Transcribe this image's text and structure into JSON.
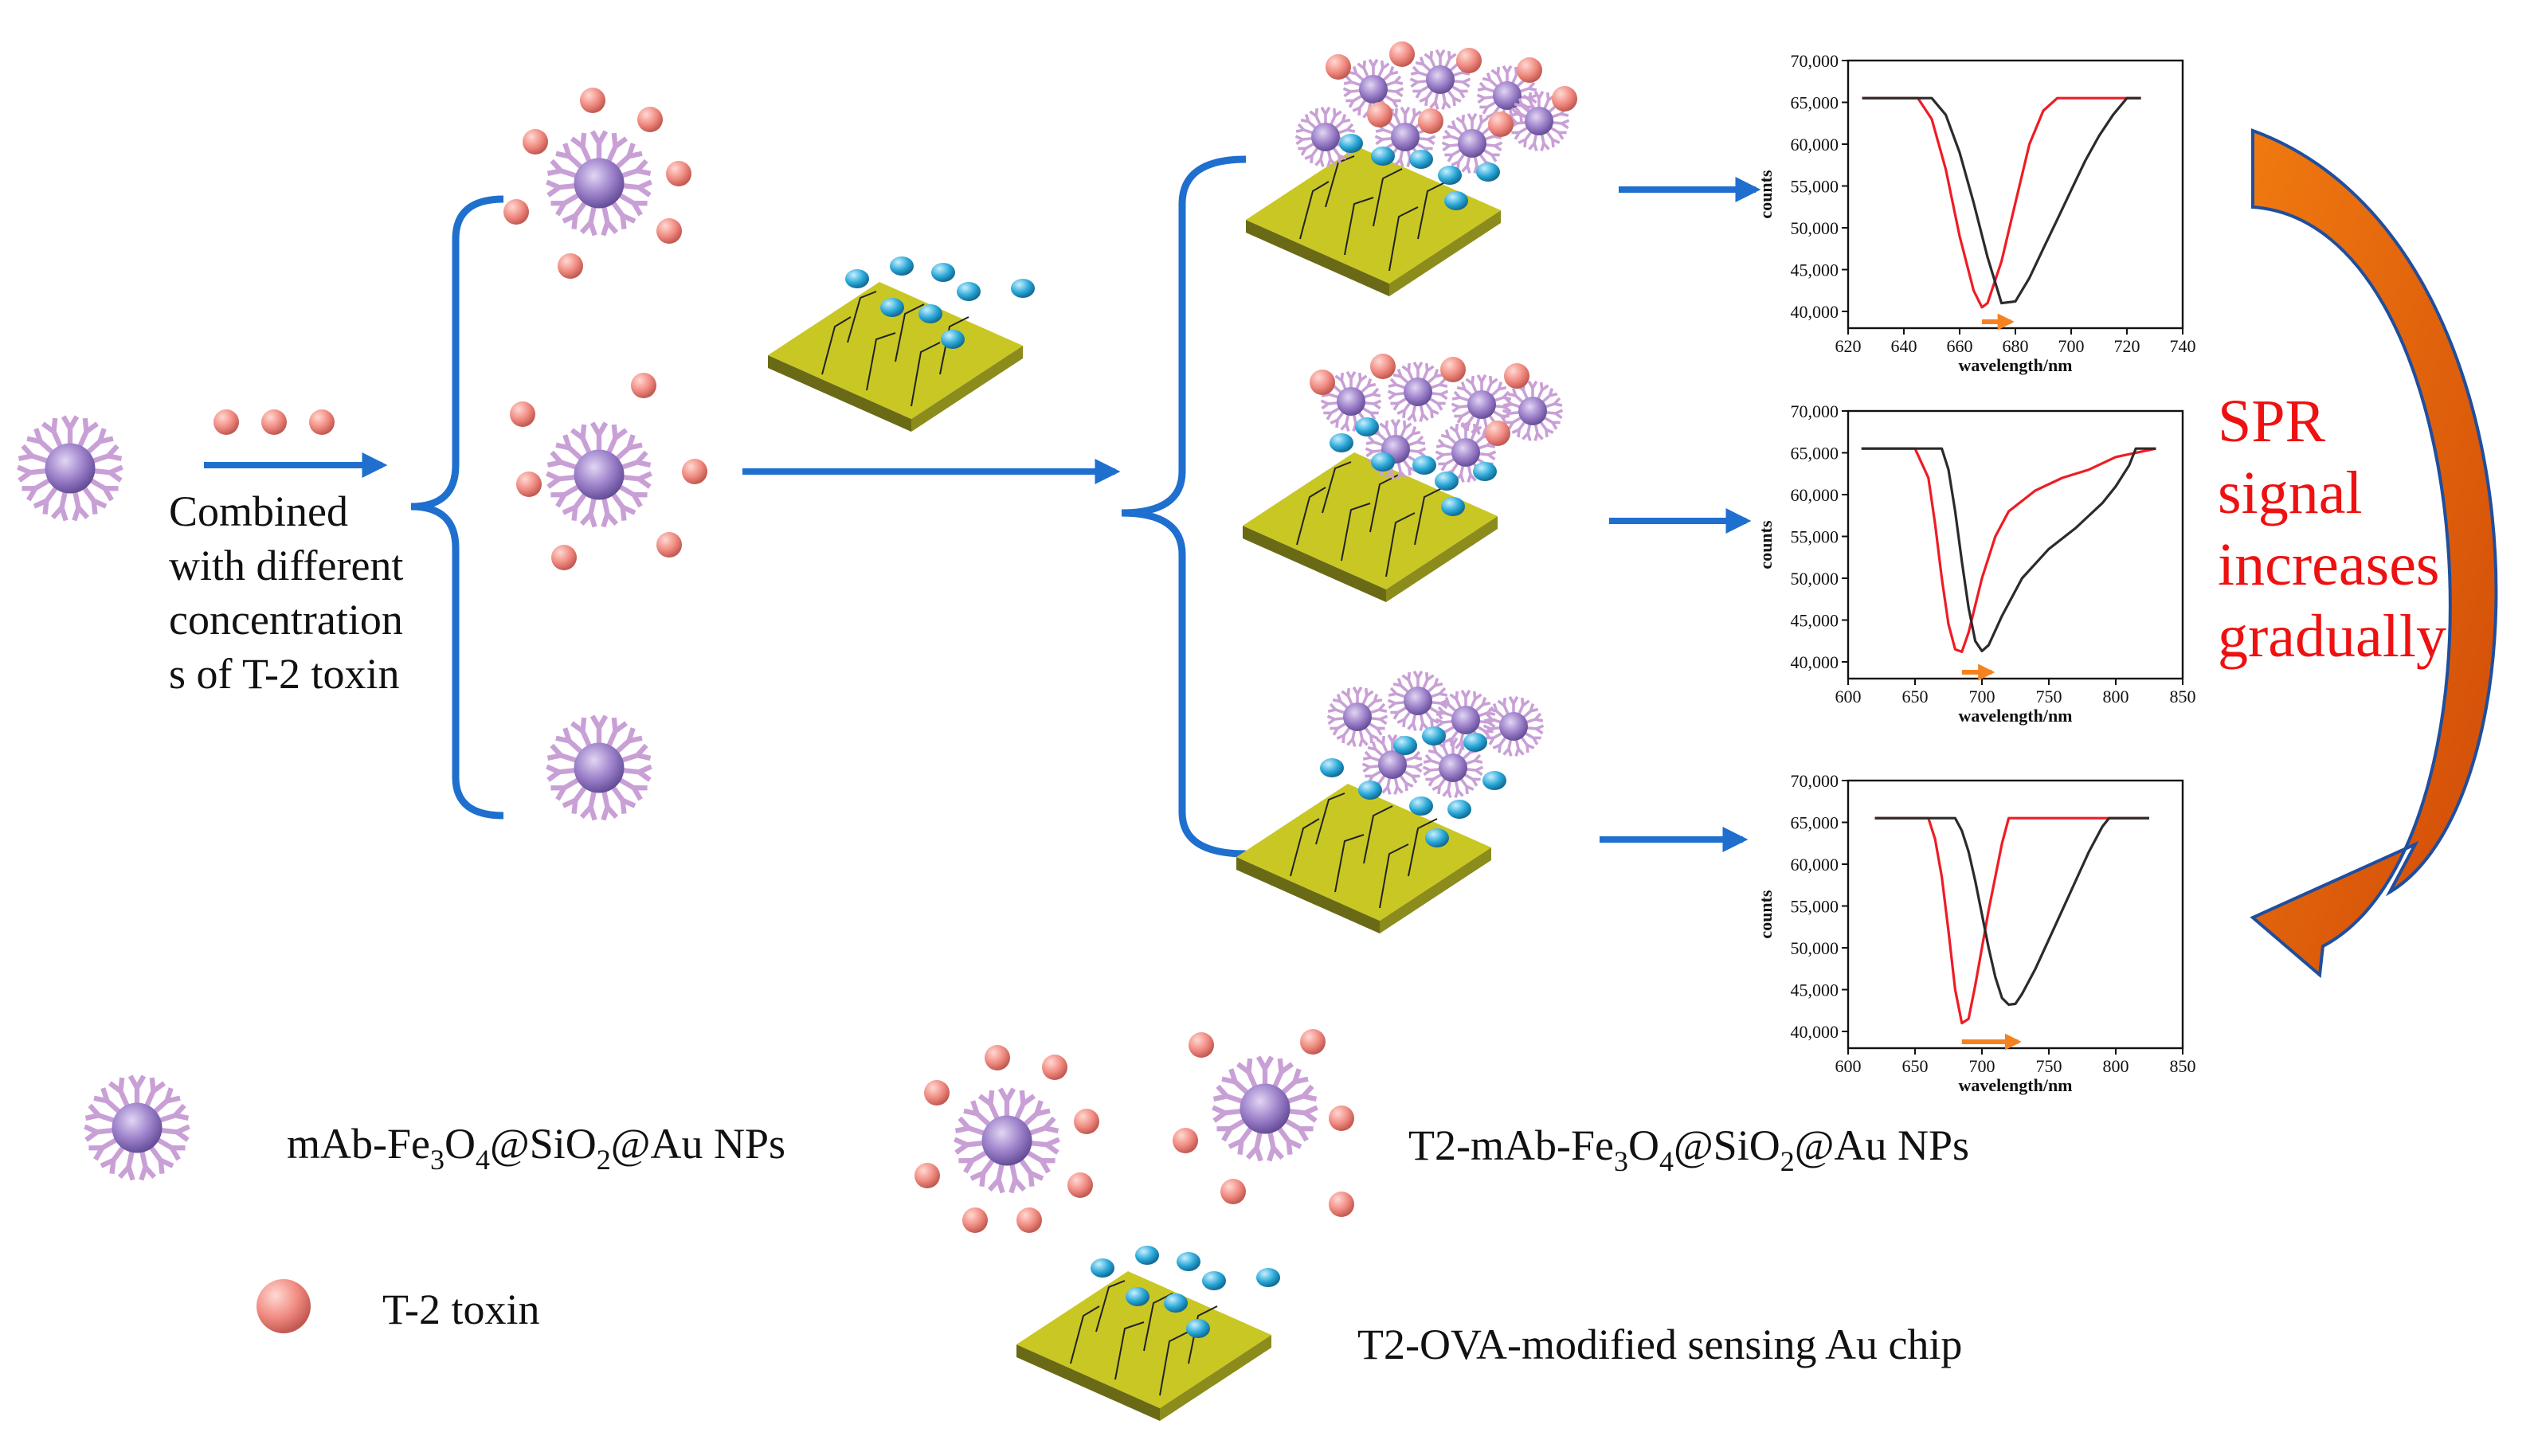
{
  "colors": {
    "arrow": "#1f6fce",
    "bracket": "#1f6fce",
    "particle_core": "#9b7fc9",
    "antibody": "#c9a0d6",
    "toxin": "#f08a80",
    "ova": "#2aa8d8",
    "chip_top": "#c9c724",
    "chip_side": "#6a6a16",
    "curve_red": "#ee1c25",
    "curve_black": "#2b2b2b",
    "shift_arrow": "#f58220",
    "big_arrow": "#e8640f",
    "big_arrow_outline": "#1f4e9e",
    "spr_text": "#ee1111"
  },
  "labels": {
    "combine_lines": [
      "Combined",
      "with different",
      "concentration",
      "s of T-2 toxin"
    ],
    "spr_lines": [
      "SPR",
      "signal",
      "increases",
      "gradually"
    ]
  },
  "legend": {
    "np_prefix": "mAb-Fe",
    "np_full": "mAb-Fe3O4@SiO2@Au NPs",
    "toxin": "T-2 toxin",
    "t2np_full": "T2-mAb-Fe3O4@SiO2@Au NPs",
    "chip": "T2-OVA-modified sensing Au chip"
  },
  "chart_data": [
    {
      "type": "line",
      "xlabel": "wavelength/nm",
      "ylabel": "counts",
      "xlim": [
        620,
        740
      ],
      "xticks": [
        620,
        640,
        660,
        680,
        700,
        720,
        740
      ],
      "ylim": [
        38000,
        70000
      ],
      "yticks": [
        40000,
        45000,
        50000,
        55000,
        60000,
        65000,
        70000
      ],
      "ytick_labels": [
        "40,000",
        "45,000",
        "50,000",
        "55,000",
        "60,000",
        "65,000",
        "70,000"
      ],
      "series": [
        {
          "color": "red",
          "x": [
            625,
            645,
            650,
            655,
            660,
            665,
            668,
            670,
            675,
            680,
            685,
            690,
            695,
            700,
            725
          ],
          "y": [
            65500,
            65500,
            63000,
            57000,
            49000,
            42500,
            40500,
            41000,
            46000,
            53000,
            60000,
            64000,
            65500,
            65500,
            65500
          ]
        },
        {
          "color": "black",
          "x": [
            625,
            650,
            655,
            660,
            665,
            670,
            675,
            680,
            685,
            690,
            695,
            700,
            705,
            710,
            715,
            720,
            725
          ],
          "y": [
            65500,
            65500,
            63500,
            59000,
            53000,
            46500,
            41000,
            41200,
            44000,
            47500,
            51000,
            54500,
            58000,
            61000,
            63500,
            65500,
            65500
          ]
        }
      ]
    },
    {
      "type": "line",
      "xlabel": "wavelength/nm",
      "ylabel": "counts",
      "xlim": [
        600,
        850
      ],
      "xticks": [
        600,
        650,
        700,
        750,
        800,
        850
      ],
      "ylim": [
        38000,
        70000
      ],
      "yticks": [
        40000,
        45000,
        50000,
        55000,
        60000,
        65000,
        70000
      ],
      "ytick_labels": [
        "40,000",
        "45,000",
        "50,000",
        "55,000",
        "60,000",
        "65,000",
        "70,000"
      ],
      "series": [
        {
          "color": "red",
          "x": [
            610,
            650,
            660,
            665,
            670,
            675,
            680,
            685,
            690,
            700,
            710,
            720,
            740,
            760,
            780,
            800,
            830
          ],
          "y": [
            65500,
            65500,
            62000,
            56500,
            50000,
            44500,
            41500,
            41200,
            43500,
            50000,
            55000,
            58000,
            60500,
            62000,
            63000,
            64500,
            65500
          ]
        },
        {
          "color": "black",
          "x": [
            610,
            670,
            675,
            680,
            685,
            690,
            695,
            700,
            705,
            715,
            730,
            750,
            770,
            790,
            800,
            810,
            815,
            830
          ],
          "y": [
            65500,
            65500,
            63000,
            58000,
            52000,
            46500,
            42500,
            41300,
            42000,
            45500,
            50000,
            53500,
            56000,
            59000,
            61000,
            63500,
            65500,
            65500
          ]
        }
      ]
    },
    {
      "type": "line",
      "xlabel": "wavelength/nm",
      "ylabel": "counts",
      "xlim": [
        600,
        850
      ],
      "xticks": [
        600,
        650,
        700,
        750,
        800,
        850
      ],
      "ylim": [
        38000,
        70000
      ],
      "yticks": [
        40000,
        45000,
        50000,
        55000,
        60000,
        65000,
        70000
      ],
      "ytick_labels": [
        "40,000",
        "45,000",
        "50,000",
        "55,000",
        "60,000",
        "65,000",
        "70,000"
      ],
      "series": [
        {
          "color": "red",
          "x": [
            620,
            660,
            665,
            670,
            675,
            680,
            685,
            690,
            695,
            700,
            705,
            710,
            715,
            720,
            825
          ],
          "y": [
            65500,
            65500,
            63000,
            58500,
            52000,
            45000,
            41000,
            41500,
            45500,
            50000,
            54500,
            58500,
            62500,
            65500,
            65500
          ]
        },
        {
          "color": "black",
          "x": [
            620,
            680,
            685,
            690,
            695,
            700,
            705,
            710,
            715,
            720,
            725,
            730,
            740,
            750,
            760,
            770,
            780,
            790,
            795,
            825
          ],
          "y": [
            65500,
            65500,
            64000,
            61500,
            58000,
            54000,
            50000,
            46500,
            44000,
            43200,
            43300,
            44500,
            47500,
            51000,
            54500,
            58000,
            61500,
            64500,
            65500,
            65500
          ]
        }
      ]
    }
  ]
}
